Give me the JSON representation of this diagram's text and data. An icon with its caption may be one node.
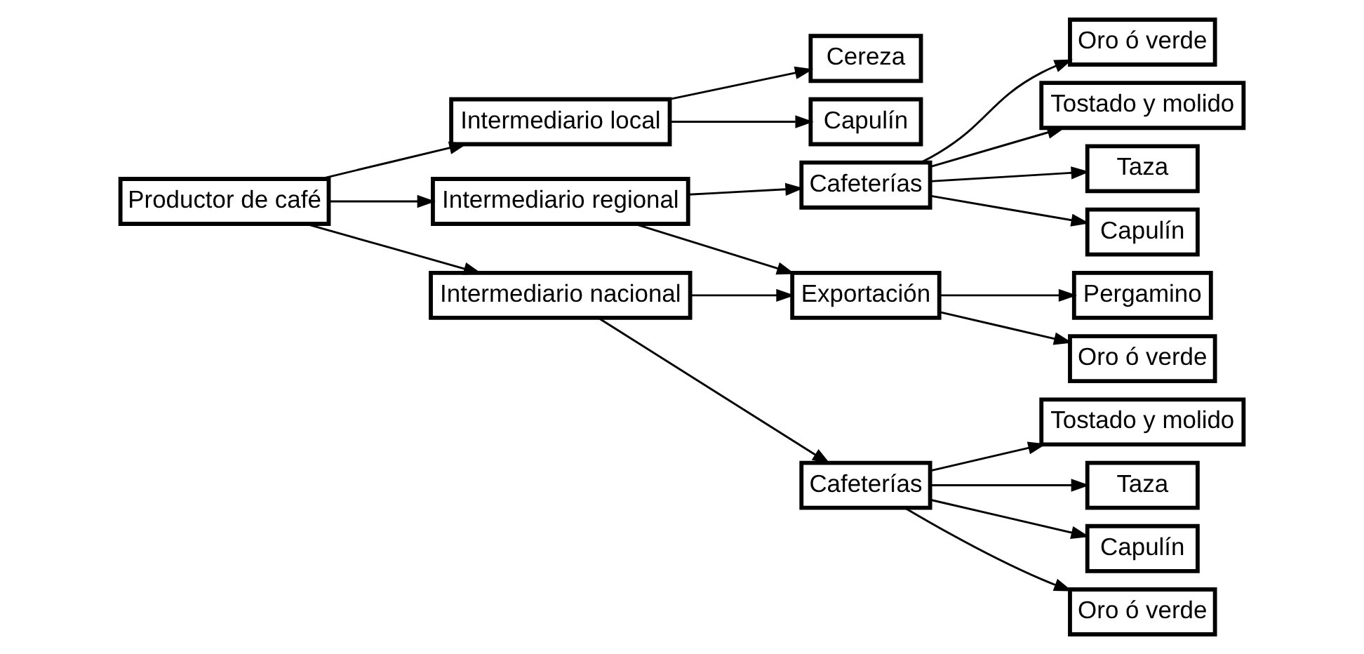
{
  "diagram": {
    "nodes": [
      {
        "text": [
          "Productor de café"
        ]
      },
      {
        "text": [
          "Intermediario local"
        ]
      },
      {
        "text": [
          "Intermediario regional"
        ]
      },
      {
        "text": [
          "Intermediario nacional"
        ]
      },
      {
        "text": [
          "Cereza"
        ]
      },
      {
        "text": [
          "Capulín"
        ]
      },
      {
        "text": [
          "Cafeterías"
        ]
      },
      {
        "text": [
          "Exportación"
        ]
      },
      {
        "text": [
          "Cafeterías"
        ]
      },
      {
        "text": [
          "Oro ó verde"
        ]
      },
      {
        "text": [
          "Tostado y molido"
        ]
      },
      {
        "text": [
          "Taza"
        ]
      },
      {
        "text": [
          "Capulín"
        ]
      },
      {
        "text": [
          "Pergamino"
        ]
      },
      {
        "text": [
          "Oro ó verde"
        ]
      },
      {
        "text": [
          "Tostado y molido"
        ]
      },
      {
        "text": [
          "Taza"
        ]
      },
      {
        "text": [
          "Capulín"
        ]
      },
      {
        "text": [
          "Oro ó verde"
        ]
      }
    ],
    "edges": [
      {
        "from": 0,
        "to": 1,
        "arrow": "to"
      },
      {
        "from": 0,
        "to": 2,
        "arrow": "to"
      },
      {
        "from": 0,
        "to": 3,
        "arrow": "to"
      },
      {
        "from": 1,
        "to": 4,
        "arrow": "to"
      },
      {
        "from": 1,
        "to": 5,
        "arrow": "to"
      },
      {
        "from": 2,
        "to": 6,
        "arrow": "to"
      },
      {
        "from": 2,
        "to": 7,
        "arrow": "to"
      },
      {
        "from": 3,
        "to": 7,
        "arrow": "to"
      },
      {
        "from": 3,
        "to": 8,
        "arrow": "to"
      },
      {
        "from": 6,
        "to": 9,
        "arrow": "to"
      },
      {
        "from": 6,
        "to": 10,
        "arrow": "to"
      },
      {
        "from": 6,
        "to": 11,
        "arrow": "to"
      },
      {
        "from": 6,
        "to": 12,
        "arrow": "to"
      },
      {
        "from": 7,
        "to": 13,
        "arrow": "to"
      },
      {
        "from": 7,
        "to": 14,
        "arrow": "to"
      },
      {
        "from": 8,
        "to": 15,
        "arrow": "to"
      },
      {
        "from": 8,
        "to": 16,
        "arrow": "to"
      },
      {
        "from": 8,
        "to": 17,
        "arrow": "to"
      },
      {
        "from": 8,
        "to": 18,
        "arrow": "to"
      }
    ]
  }
}
